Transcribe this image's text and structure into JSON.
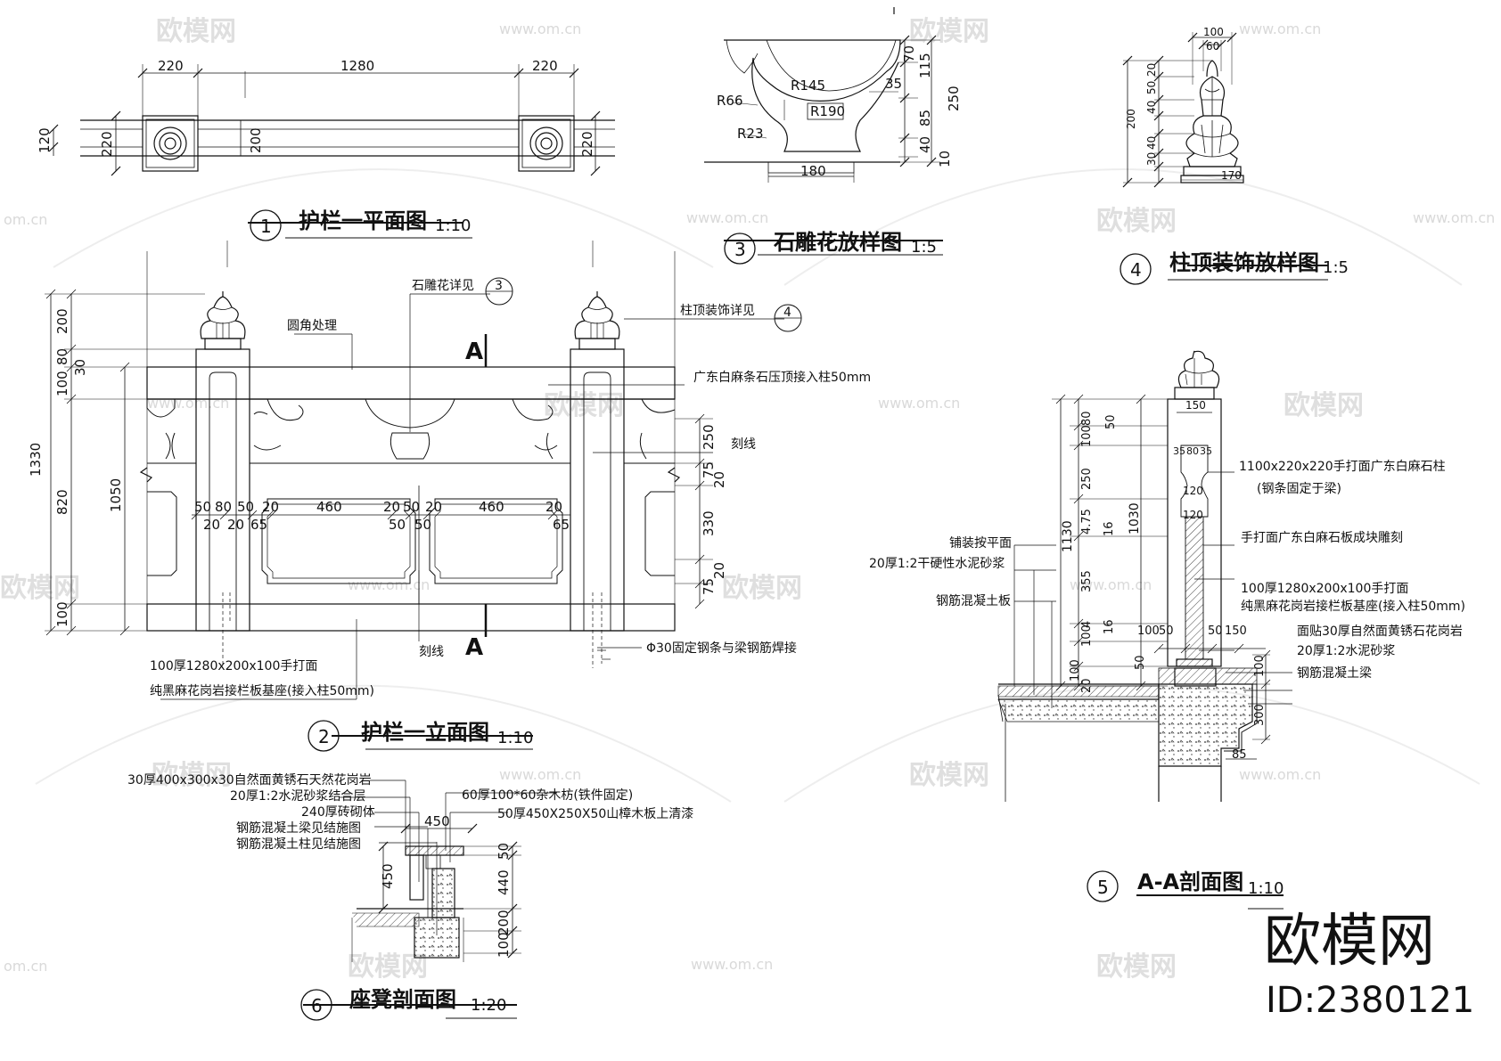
{
  "watermark": {
    "brand": "欧模网",
    "url": "www.om.cn",
    "url_short": "om.cn"
  },
  "brand_mark": {
    "name": "欧模网",
    "id": "ID:2380121"
  },
  "view1": {
    "num": "1",
    "title": "护栏一平面图",
    "scale": "1:10",
    "dims": {
      "d220a": "220",
      "d1280": "1280",
      "d220b": "220",
      "d120": "120",
      "d220l": "220",
      "d200": "200",
      "d220r": "220"
    }
  },
  "view2": {
    "num": "2",
    "title": "护栏一立面图",
    "scale": "1:10",
    "notes": {
      "shidiaohua": "石雕花详见",
      "ref3": "3",
      "zhuding": "柱顶装饰详见",
      "ref4": "4",
      "yuanjiao": "圆角处理",
      "yaxian": "广东白麻条石压顶接入柱50mm",
      "kexian1": "刻线",
      "kexian2": "刻线",
      "gangtiao": "Φ30固定钢条与梁钢筋焊接",
      "base1": "100厚1280x200x100手打面",
      "base2": "纯黑麻花岗岩接栏板基座(接入柱50mm)",
      "sec": "A"
    },
    "dims": {
      "h1330": "1330",
      "h200": "200",
      "h80": "80",
      "h30": "30",
      "h100a": "100",
      "h820": "820",
      "h100b": "100",
      "h1050": "1050",
      "r250": "250",
      "r75a": "75",
      "r20a": "20",
      "r330": "330",
      "r20b": "20",
      "r75b": "75",
      "w50": "50",
      "w80": "80",
      "w50b": "50",
      "w20": "20",
      "w460a": "460",
      "w20b": "20",
      "w50c": "50",
      "w20c": "20",
      "w460b": "460",
      "w20d": "20",
      "b20": "20",
      "b20b": "20",
      "b65": "65",
      "b50": "50",
      "b50b": "50",
      "b65b": "65"
    }
  },
  "view3": {
    "num": "3",
    "title": "石雕花放样图",
    "scale": "1:5",
    "dims": {
      "r145": "R145",
      "r190": "R190",
      "r66": "R66",
      "r23": "R23",
      "d35": "35",
      "d180": "180",
      "v70": "70",
      "v115": "115",
      "v250": "250",
      "v85": "85",
      "v40": "40",
      "v10": "10"
    }
  },
  "view4": {
    "num": "4",
    "title": "柱顶装饰放样图",
    "scale": "1:5",
    "dims": {
      "d100": "100",
      "d60": "60",
      "d170": "170",
      "v200": "200",
      "v20": "20",
      "v50": "50",
      "v40a": "40",
      "v40b": "40",
      "v30": "30"
    }
  },
  "view5": {
    "num": "5",
    "title": "A-A剖面图",
    "scale": "1:10",
    "notes": {
      "n1": "1100x220x220手打面广东白麻石柱",
      "n2": "(钢条固定于梁)",
      "n3": "手打面广东白麻石板成块雕刻",
      "n4": "100厚1280x200x100手打面",
      "n5": "纯黑麻花岗岩接栏板基座(接入柱50mm)",
      "n6": "面贴30厚自然面黄锈石花岗岩",
      "n7": "20厚1:2水泥砂浆",
      "n8": "钢筋混凝土梁",
      "l1": "铺装按平面",
      "l2": "20厚1:2干硬性水泥砂浆",
      "l3": "钢筋混凝土板"
    },
    "dims": {
      "v80": "80",
      "v50": "50",
      "v100": "100",
      "v250": "250",
      "v475": "4.75",
      "v16": "16",
      "v355": "355",
      "v16b": "16",
      "v100b": "100",
      "v4": "4",
      "v100c": "100",
      "v20": "20",
      "h1130": "1130",
      "h1030": "1030",
      "w150": "150",
      "w35": "35",
      "w80": "80",
      "w35b": "35",
      "w120": "120",
      "w120b": "120",
      "b100": "100",
      "b50": "50",
      "b50b": "50",
      "b150": "150",
      "b50c": "50",
      "b100r": "100",
      "b300": "300",
      "b85": "85"
    }
  },
  "view6": {
    "num": "6",
    "title": "座凳剖面图",
    "scale": "1:20",
    "notes": {
      "n1": "30厚400x300x30自然面黄锈石天然花岗岩",
      "n2": "20厚1:2水泥砂浆结合层",
      "n3": "240厚砖砌体",
      "n4": "钢筋混凝土梁见结施图",
      "n5": "钢筋混凝土柱见结施图",
      "n6": "60厚100*60杂木枋(铁件固定)",
      "n7": "50厚450X250X50山樟木板上清漆"
    },
    "dims": {
      "d450": "450",
      "v450": "450",
      "v50": "50",
      "v440": "440",
      "v200": "200",
      "v100": "100"
    }
  }
}
